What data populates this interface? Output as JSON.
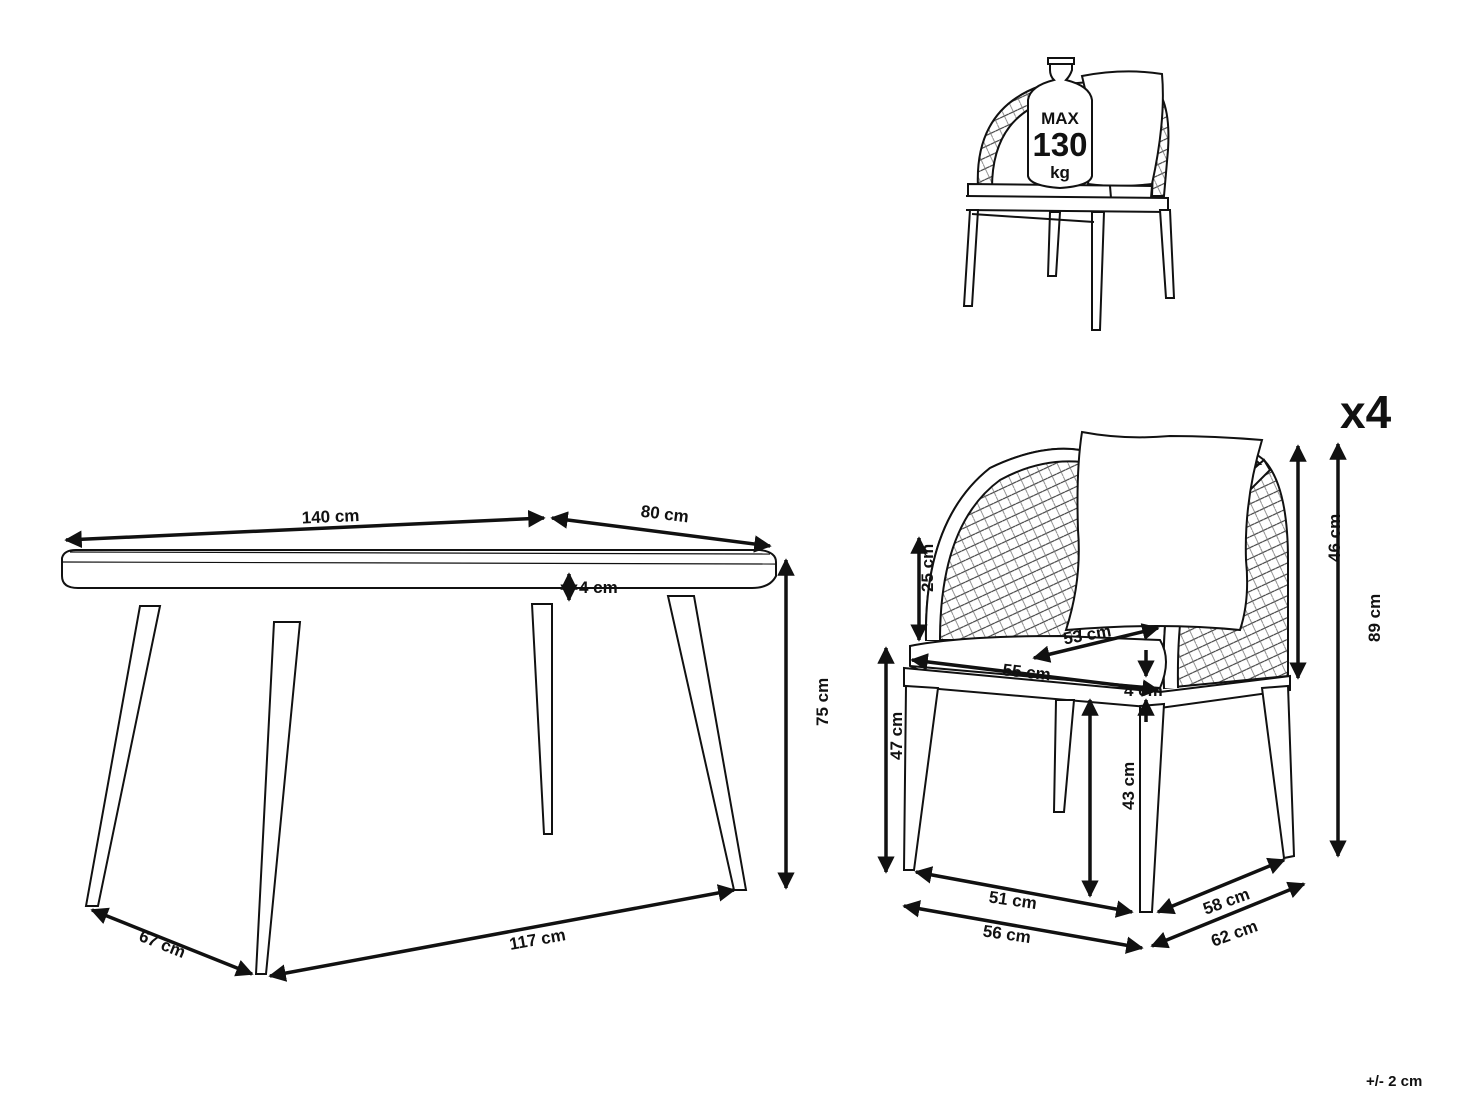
{
  "table": {
    "length": "140 cm",
    "width": "80 cm",
    "top_thickness": "4 cm",
    "height": "75 cm",
    "leg_span_depth": "67 cm",
    "leg_span_length": "117 cm"
  },
  "chair": {
    "quantity": "x4",
    "backrest_height": "25 cm",
    "back_height": "46 cm",
    "total_height": "89 cm",
    "seat_depth": "53 cm",
    "seat_width": "55 cm",
    "cushion_thickness": "4 cm",
    "seat_height": "47 cm",
    "under_seat_height": "43 cm",
    "inner_width": "51 cm",
    "outer_width": "56 cm",
    "inner_depth": "58 cm",
    "outer_depth": "62 cm"
  },
  "load_badge": {
    "line1": "MAX",
    "line2": "130",
    "line3": "kg"
  },
  "tolerance": "+/- 2 cm"
}
